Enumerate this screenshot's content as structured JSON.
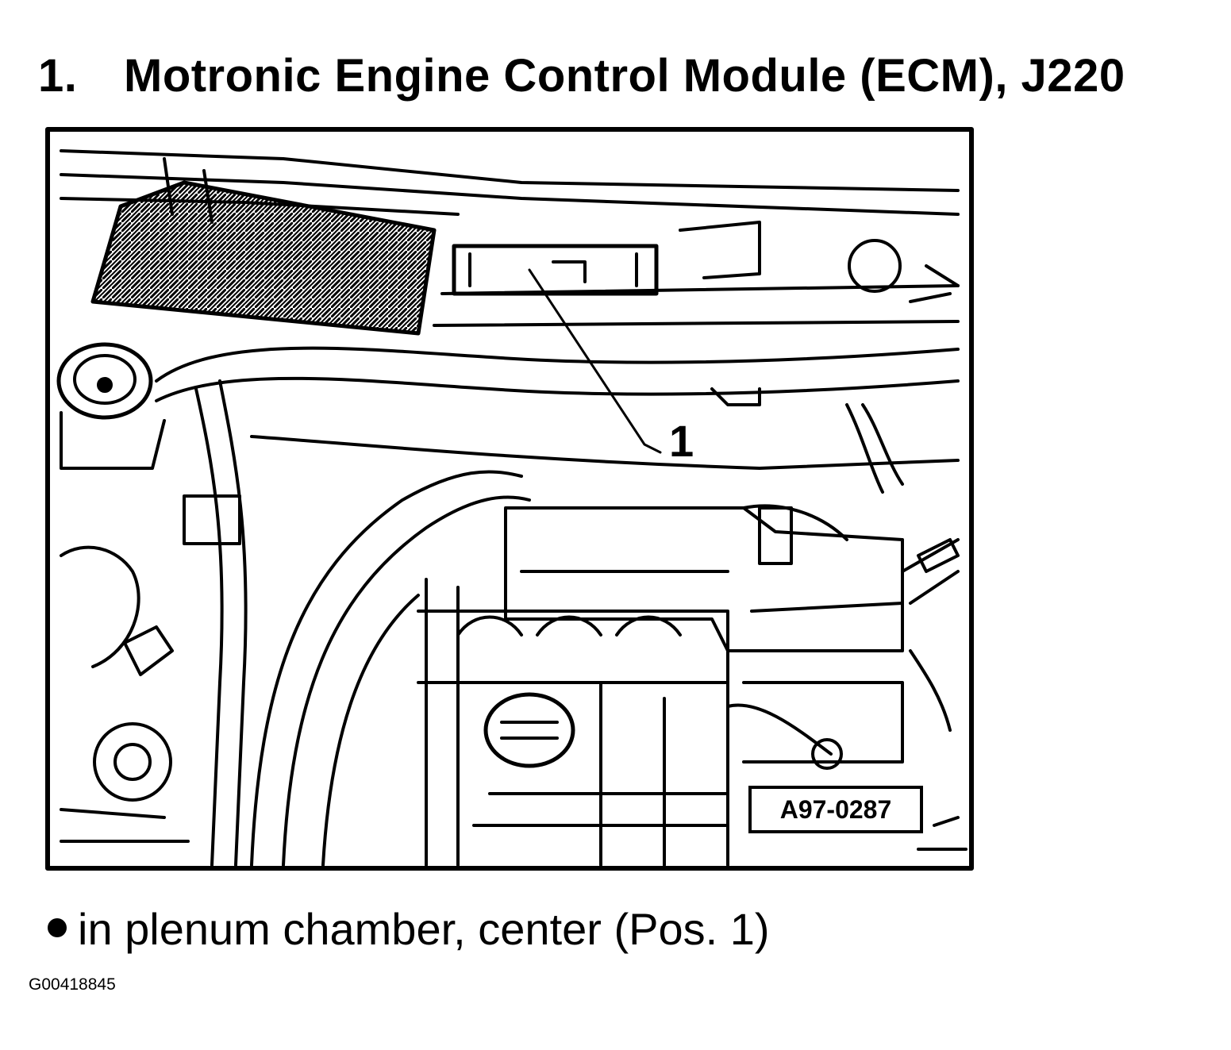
{
  "heading": {
    "number": "1.",
    "title": "Motronic Engine Control Module (ECM), J220"
  },
  "figure": {
    "callout_label": "1",
    "reference_code": "A97-0287"
  },
  "note": {
    "text": "in plenum chamber, center (Pos. 1)"
  },
  "document_id": "G00418845"
}
